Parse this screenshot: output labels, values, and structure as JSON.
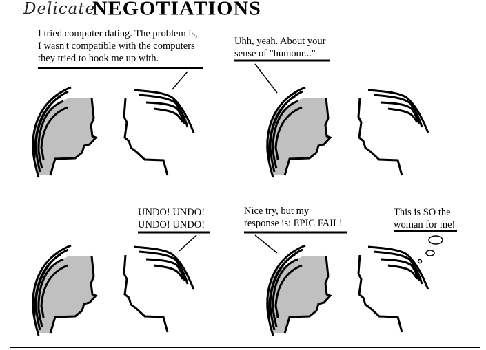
{
  "title": {
    "script": "Delicate",
    "main": "NEGOTIATIONS"
  },
  "panels": [
    {
      "speech": "I tried computer dating. The problem is,\nI wasn't compatible with the computers\nthey tried to hook me up with."
    },
    {
      "speech": "Uhh, yeah. About your\nsense of \"humour...\""
    },
    {
      "speech": "UNDO! UNDO!\nUNDO! UNDO!"
    },
    {
      "speech": "Nice try, but my\nresponse is: EPIC FAIL!",
      "thought": "This is SO the\nwoman for me!"
    }
  ],
  "colors": {
    "hair_fill": "#c0c0c0",
    "ink": "#000000"
  }
}
